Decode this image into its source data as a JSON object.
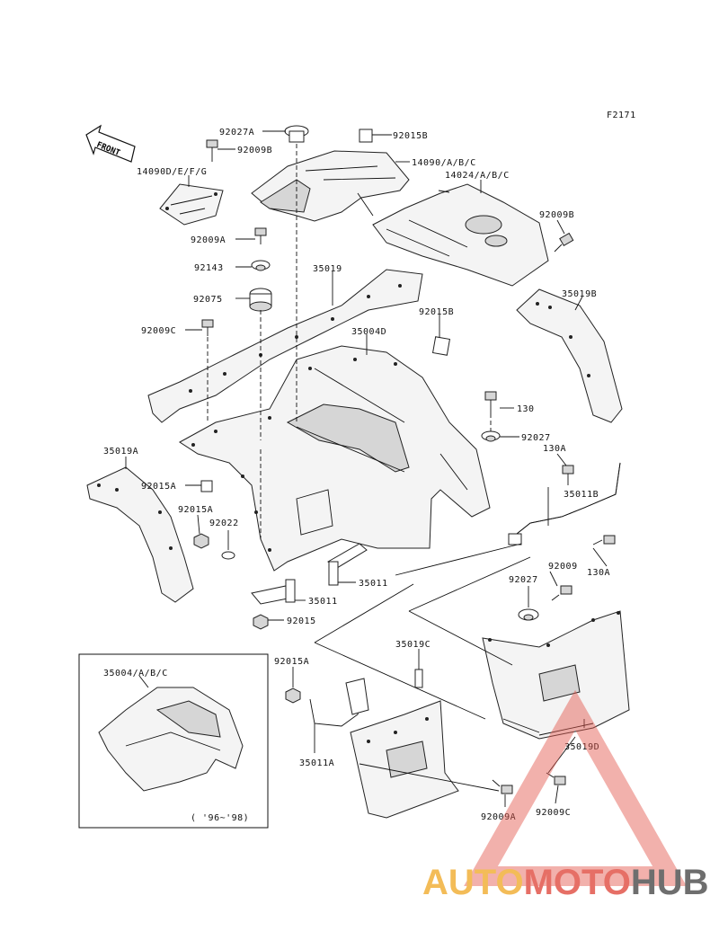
{
  "figure_code": "F2171",
  "front_arrow_label": "FRONT",
  "callouts": [
    {
      "id": "c1",
      "text": "92027A"
    },
    {
      "id": "c2",
      "text": "92009B"
    },
    {
      "id": "c3",
      "text": "92015B"
    },
    {
      "id": "c4",
      "text": "14090D/E/F/G"
    },
    {
      "id": "c5",
      "text": "14090/A/B/C"
    },
    {
      "id": "c6",
      "text": "14024/A/B/C"
    },
    {
      "id": "c7",
      "text": "92009A"
    },
    {
      "id": "c8",
      "text": "92009B"
    },
    {
      "id": "c9",
      "text": "92143"
    },
    {
      "id": "c10",
      "text": "35019"
    },
    {
      "id": "c11",
      "text": "92075"
    },
    {
      "id": "c12",
      "text": "35019B"
    },
    {
      "id": "c13",
      "text": "92009C"
    },
    {
      "id": "c14",
      "text": "35004D"
    },
    {
      "id": "c15",
      "text": "92015B"
    },
    {
      "id": "c16",
      "text": "130"
    },
    {
      "id": "c17",
      "text": "92027"
    },
    {
      "id": "c18",
      "text": "35019A"
    },
    {
      "id": "c19",
      "text": "130A"
    },
    {
      "id": "c20",
      "text": "92015A"
    },
    {
      "id": "c21",
      "text": "35011B"
    },
    {
      "id": "c22",
      "text": "92015A"
    },
    {
      "id": "c23",
      "text": "92022"
    },
    {
      "id": "c24",
      "text": "130A"
    },
    {
      "id": "c25",
      "text": "35011"
    },
    {
      "id": "c26",
      "text": "92027"
    },
    {
      "id": "c27",
      "text": "92009"
    },
    {
      "id": "c28",
      "text": "35011"
    },
    {
      "id": "c29",
      "text": "92015"
    },
    {
      "id": "c30",
      "text": "35019C"
    },
    {
      "id": "c31",
      "text": "92015A"
    },
    {
      "id": "c32",
      "text": "35004/A/B/C"
    },
    {
      "id": "c33",
      "text": "35019D"
    },
    {
      "id": "c34",
      "text": "35011A"
    },
    {
      "id": "c35",
      "text": "92009A"
    },
    {
      "id": "c36",
      "text": "92009C"
    }
  ],
  "inset_caption": "( '96~'98)",
  "watermark": {
    "text_part1": "AUTO",
    "text_part2": "MOTO",
    "text_part3": "HUB",
    "color_orange": "#f2b13c",
    "color_red": "#e2574c",
    "color_gray": "#555555"
  }
}
